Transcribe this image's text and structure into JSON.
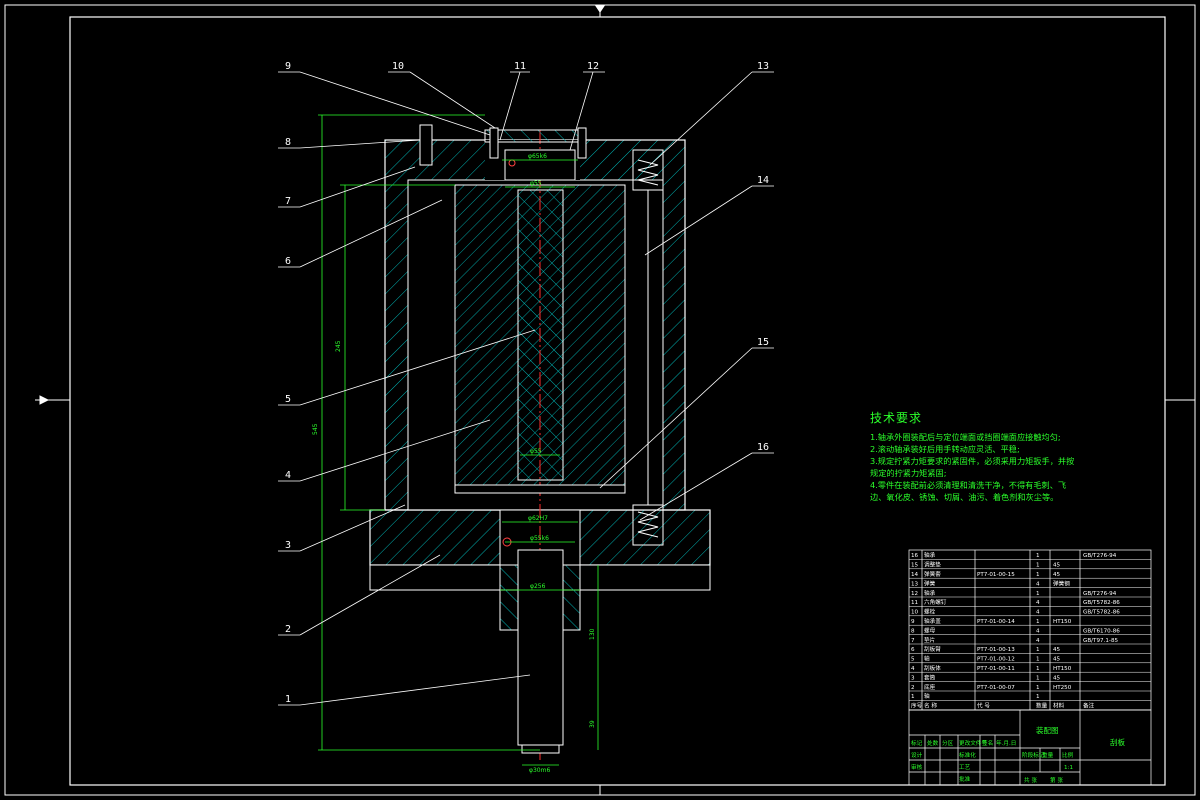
{
  "part_labels": [
    "1",
    "2",
    "3",
    "4",
    "5",
    "6",
    "7",
    "8",
    "9",
    "10",
    "11",
    "12",
    "13",
    "14",
    "15",
    "16"
  ],
  "dimensions": {
    "overall_height": "545",
    "inner_height": "245",
    "shaft_length_a": "130",
    "shaft_length_b": "39",
    "d_top_inner": "φ65k6",
    "d_top_outer": "φ55",
    "d_mid": "φ55",
    "d_lower_a": "φ62H7",
    "d_lower_b": "φ55k6",
    "d_base": "φ256",
    "d_shaft_end": "φ30m6"
  },
  "technical_requirements": {
    "title": "技术要求",
    "items": [
      "1.轴承外圈装配后与定位端面或挡圈端面应接触均匀;",
      "2.滚动轴承装好后用手转动应灵活、平稳;",
      "3.规定拧紧力矩要求的紧固件，必须采用力矩扳手，并按",
      "规定的拧紧力矩紧固;",
      "4.零件在装配前必须清理和清洗干净，不得有毛刺、飞",
      "边、氧化皮、锈蚀、切屑、油污、着色剂和灰尘等。"
    ]
  },
  "parts_list": [
    {
      "no": "16",
      "name": "轴承",
      "code": "",
      "qty": "1",
      "material": "",
      "note": "GB/T276-94"
    },
    {
      "no": "15",
      "name": "调整垫",
      "code": "",
      "qty": "1",
      "material": "45",
      "note": ""
    },
    {
      "no": "14",
      "name": "弹簧套",
      "code": "PT7-01-00-15",
      "qty": "1",
      "material": "45",
      "note": ""
    },
    {
      "no": "13",
      "name": "弹簧",
      "code": "",
      "qty": "4",
      "material": "弹簧钢",
      "note": ""
    },
    {
      "no": "12",
      "name": "轴承",
      "code": "",
      "qty": "1",
      "material": "",
      "note": "GB/T276-94"
    },
    {
      "no": "11",
      "name": "六角螺钉",
      "code": "",
      "qty": "4",
      "material": "",
      "note": "GB/T5782-86"
    },
    {
      "no": "10",
      "name": "螺栓",
      "code": "",
      "qty": "4",
      "material": "",
      "note": "GB/T5782-86"
    },
    {
      "no": "9",
      "name": "轴承盖",
      "code": "PT7-01-00-14",
      "qty": "1",
      "material": "HT150",
      "note": ""
    },
    {
      "no": "8",
      "name": "螺母",
      "code": "",
      "qty": "4",
      "material": "",
      "note": "GB/T6170-86"
    },
    {
      "no": "7",
      "name": "垫片",
      "code": "",
      "qty": "4",
      "material": "",
      "note": "GB/T97.1-85"
    },
    {
      "no": "6",
      "name": "刮板臂",
      "code": "PT7-01-00-13",
      "qty": "1",
      "material": "45",
      "note": ""
    },
    {
      "no": "5",
      "name": "轴",
      "code": "PT7-01-00-12",
      "qty": "1",
      "material": "45",
      "note": ""
    },
    {
      "no": "4",
      "name": "刮板体",
      "code": "PT7-01-00-11",
      "qty": "1",
      "material": "HT150",
      "note": ""
    },
    {
      "no": "3",
      "name": "套筒",
      "code": "",
      "qty": "1",
      "material": "45",
      "note": ""
    },
    {
      "no": "2",
      "name": "底座",
      "code": "PT7-01-00-07",
      "qty": "1",
      "material": "HT250",
      "note": ""
    },
    {
      "no": "1",
      "name": "轴",
      "code": "",
      "qty": "1",
      "material": "",
      "note": ""
    }
  ],
  "parts_header": {
    "no": "序号",
    "name": "名 称",
    "code": "代 号",
    "qty": "数量",
    "material": "材料",
    "note": "备注"
  },
  "title_block": {
    "drawing_name": "装配图",
    "drawing_no": "刮板",
    "cells": [
      "标记",
      "处数",
      "分区",
      "更改文件号",
      "签名",
      "年.月.日",
      "设计",
      "标准化",
      "审核",
      "工艺",
      "批准",
      "阶段标记",
      "重量",
      "比例",
      "共 张",
      "第 张",
      "1:1"
    ]
  }
}
